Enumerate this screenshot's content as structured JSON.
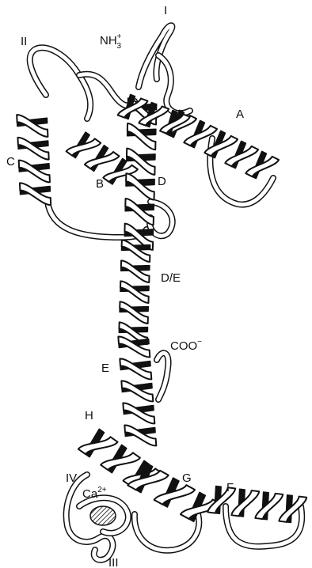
{
  "labels": {
    "nterm": "NH",
    "nterm_sub": "3",
    "nterm_sup": "+",
    "cterm": "COO",
    "cterm_sup": "−",
    "helix_a": "A",
    "helix_b": "B",
    "helix_c": "C",
    "helix_d": "D",
    "helix_de": "D/E",
    "helix_e": "E",
    "helix_f": "F",
    "helix_g": "G",
    "helix_h": "H",
    "site_i": "I",
    "site_ii": "II",
    "site_iii": "III",
    "site_iv": "IV",
    "calcium": "Ca",
    "calcium_sup": "2+"
  }
}
